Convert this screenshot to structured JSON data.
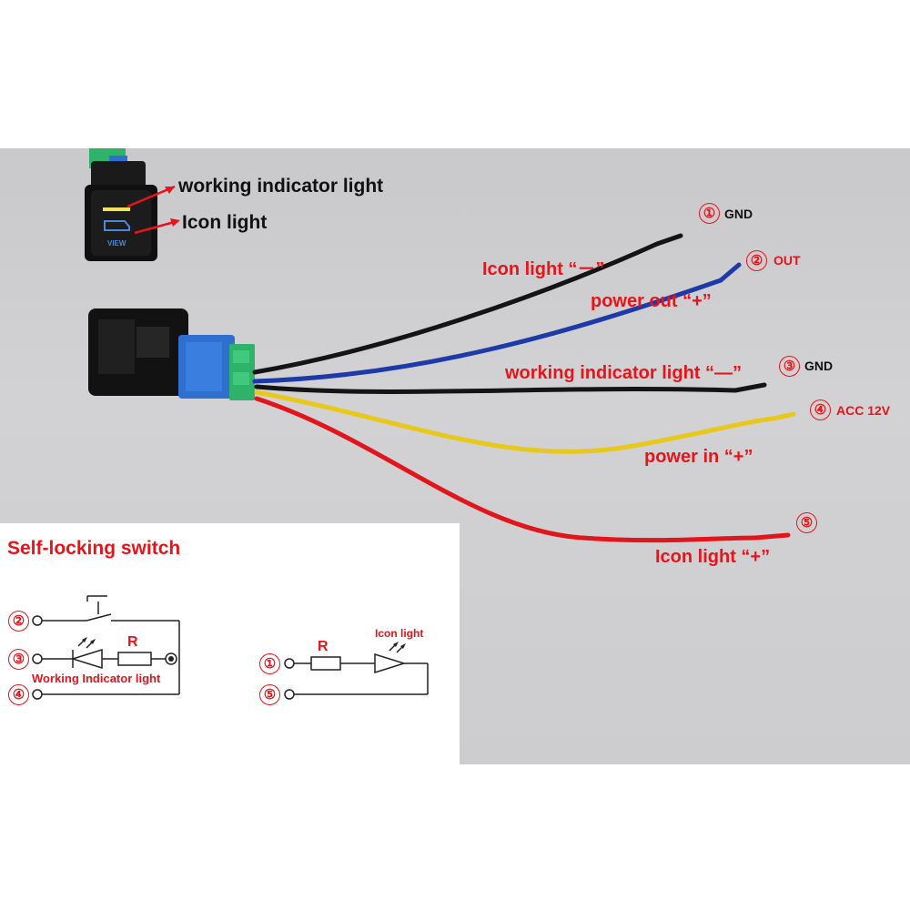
{
  "callouts": {
    "working_indicator_light": "working indicator light",
    "icon_light": "Icon light"
  },
  "switch_face_label": "VIEW",
  "wires": [
    {
      "num": "①",
      "terminal": "GND",
      "function": "Icon light “－”",
      "color": "#141414"
    },
    {
      "num": "②",
      "terminal": "OUT",
      "function": "power out “+”",
      "color": "#1d3aa8"
    },
    {
      "num": "③",
      "terminal": "GND",
      "function": "working indicator light “—”",
      "color": "#141414"
    },
    {
      "num": "④",
      "terminal": "ACC 12V",
      "function": "power in “+”",
      "color": "#e8c81a"
    },
    {
      "num": "⑤",
      "terminal": "",
      "function": "Icon light “+”",
      "color": "#e0161c"
    }
  ],
  "schematic": {
    "title": "Self-locking switch",
    "left_pins": [
      "②",
      "③",
      "④"
    ],
    "left_resistor": "R",
    "left_led_caption": "Working Indicator light",
    "right_pins": [
      "①",
      "⑤"
    ],
    "right_resistor": "R",
    "right_led_caption": "Icon light"
  },
  "colors": {
    "accent_red": "#e8141a",
    "background_photo": "#cdcdcf",
    "connector_blue": "#2f6fd0",
    "connector_green": "#2fb36b"
  }
}
